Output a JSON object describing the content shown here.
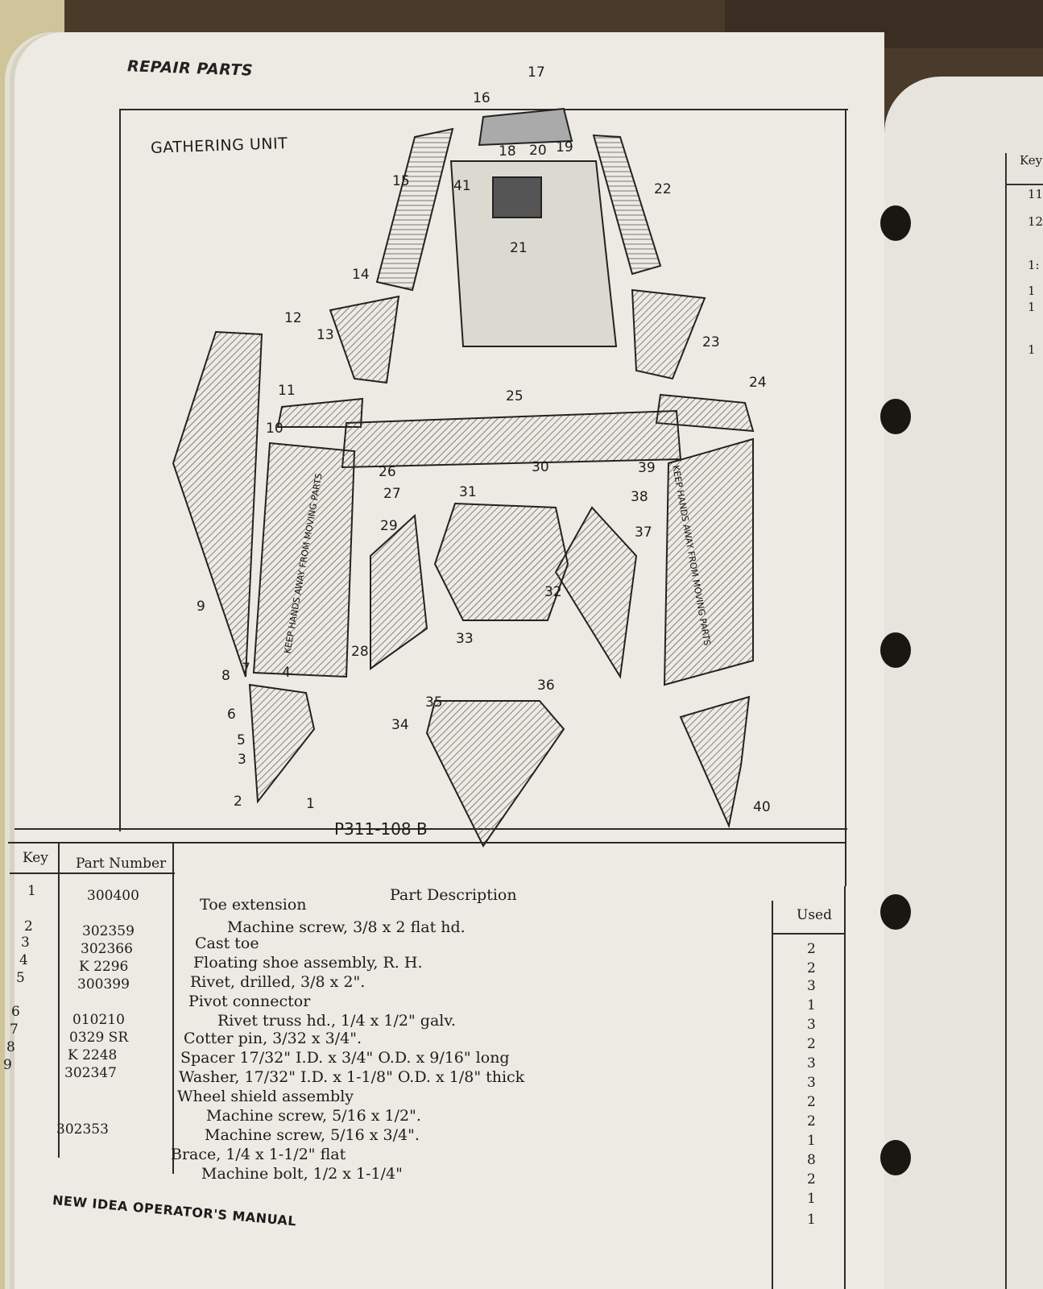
{
  "header": {
    "section_title": "REPAIR PARTS"
  },
  "figure": {
    "title": "GATHERING UNIT",
    "code": "P311-108 B",
    "callouts": [
      "1",
      "2",
      "3",
      "4",
      "5",
      "6",
      "7",
      "8",
      "9",
      "10",
      "11",
      "12",
      "13",
      "14",
      "15",
      "16",
      "17",
      "18",
      "19",
      "20",
      "21",
      "22",
      "23",
      "24",
      "25",
      "26",
      "27",
      "28",
      "29",
      "30",
      "31",
      "32",
      "33",
      "34",
      "35",
      "36",
      "37",
      "38",
      "39",
      "40",
      "41"
    ],
    "sticker_text": "KEEP HANDS AWAY FROM MOVING PARTS"
  },
  "table": {
    "headers": {
      "key": "Key",
      "part_number": "Part Number",
      "description": "Part Description",
      "used": "Used"
    },
    "rows": [
      {
        "key": "1",
        "part_number": "300400",
        "description": "Toe extension",
        "used": ""
      },
      {
        "key": "2",
        "part_number": "302359",
        "description": "Machine screw, 3/8 x 2 flat hd.",
        "used": "2"
      },
      {
        "key": "3",
        "part_number": "302366",
        "description": "Cast toe",
        "used": "2"
      },
      {
        "key": "4",
        "part_number": "K 2296",
        "description": "Floating shoe assembly, R. H.",
        "used": "3"
      },
      {
        "key": "5",
        "part_number": "300399",
        "description": "Rivet, drilled, 3/8 x 2\".",
        "used": "1"
      },
      {
        "key": "",
        "part_number": "",
        "description": "Pivot connector",
        "used": "3"
      },
      {
        "key": "6",
        "part_number": "010210",
        "description": "Rivet truss hd., 1/4 x 1/2\" galv.",
        "used": "2"
      },
      {
        "key": "7",
        "part_number": "0329 SR",
        "description": "Cotter pin, 3/32 x 3/4\".",
        "used": "3"
      },
      {
        "key": "8",
        "part_number": "K 2248",
        "description": "Spacer 17/32\" I.D. x 3/4\" O.D. x 9/16\" long",
        "used": "3"
      },
      {
        "key": "9",
        "part_number": "302347",
        "description": "Washer, 17/32\" I.D. x 1-1/8\" O.D. x 1/8\" thick",
        "used": "2"
      },
      {
        "key": "",
        "part_number": "",
        "description": "Wheel shield assembly",
        "used": "2"
      },
      {
        "key": "",
        "part_number": "302353",
        "description": "Machine screw, 5/16 x 1/2\".",
        "used": "1"
      },
      {
        "key": "",
        "part_number": "",
        "description": "Machine screw, 5/16 x 3/4\".",
        "used": "8"
      },
      {
        "key": "",
        "part_number": "",
        "description": "Brace, 1/4 x 1-1/2\" flat",
        "used": "2"
      },
      {
        "key": "",
        "part_number": "",
        "description": "Machine bolt, 1/2 x 1-1/4\"",
        "used": "1"
      },
      {
        "key": "",
        "part_number": "",
        "description": "",
        "used": "1"
      }
    ]
  },
  "right_page": {
    "header": "Key",
    "keys": [
      "11",
      "12",
      "1:",
      "1",
      "1",
      "1"
    ]
  },
  "footer": {
    "text": "NEW IDEA OPERATOR'S MANUAL"
  }
}
